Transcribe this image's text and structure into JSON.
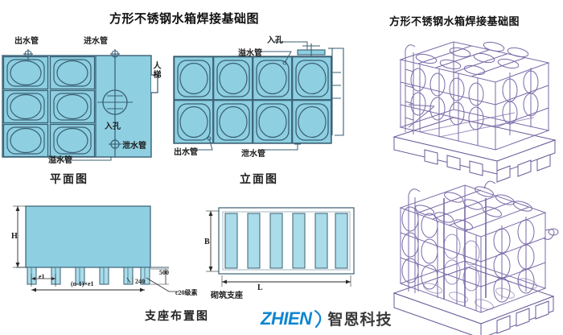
{
  "page": {
    "background": "#ffffff",
    "panel_fill": "#8ecfe2",
    "panel_fill_light": "#aadcea",
    "line_color": "#3a5f73",
    "wire_color": "#7a6aa8",
    "logo_blue": "#0f86d0"
  },
  "titles": {
    "left": "方形不锈钢水箱焊接基础图",
    "right": "方形不锈钢水箱焊接基础图"
  },
  "plan_view": {
    "caption": "平面图",
    "labels": {
      "outlet_pipe": "出水管",
      "inlet_pipe": "进水管",
      "ladder": "人梯",
      "manhole": "入孔",
      "drain_pipe": "泄水管",
      "overflow_pipe": "溢水管"
    }
  },
  "elevation_view": {
    "caption": "立面图",
    "labels": {
      "manhole": "入孔",
      "overflow_pipe": "溢水管",
      "outlet_pipe": "出水管",
      "drain_pipe": "泄水管"
    }
  },
  "support_layout": {
    "caption": "支座布置图",
    "labels": {
      "height": "H",
      "spacing": "e1",
      "total_spacing": "(n-1)×e1",
      "edge_dim": "240",
      "depth_dim": "500",
      "concrete": "c20级素",
      "width_b": "B",
      "length_l": "L",
      "masonry_support": "砌筑支座"
    }
  },
  "logo": {
    "latin": "ZHIEN",
    "chinese": "智恩科技"
  }
}
